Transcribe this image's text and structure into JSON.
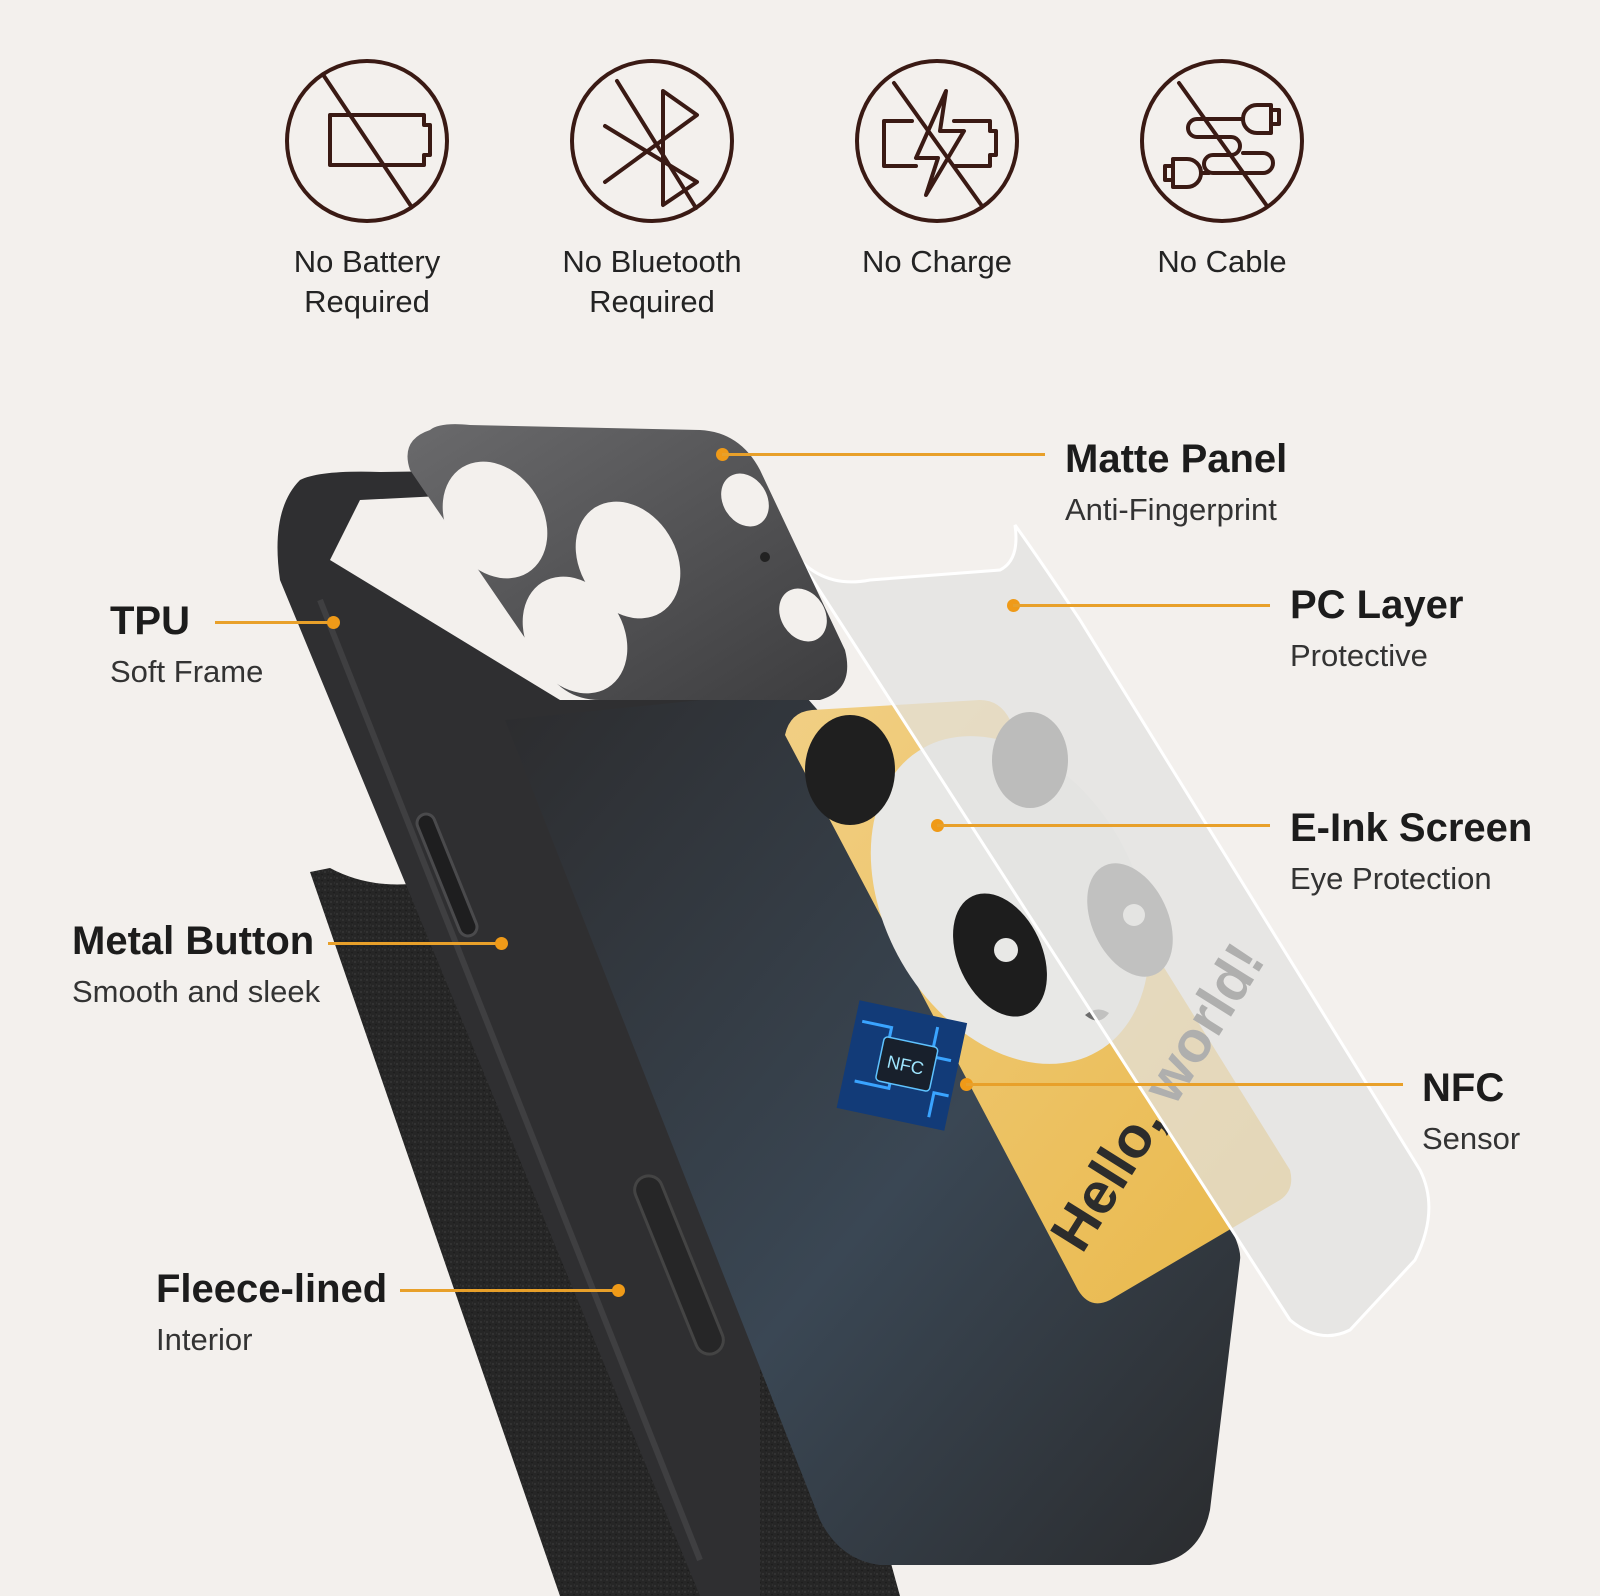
{
  "features": [
    {
      "label": "No Battery\nRequired",
      "icon": "no-battery-icon"
    },
    {
      "label": "No Bluetooth\nRequired",
      "icon": "no-bluetooth-icon"
    },
    {
      "label": "No Charge",
      "icon": "no-charge-icon"
    },
    {
      "label": "No Cable",
      "icon": "no-cable-icon"
    }
  ],
  "callouts": {
    "matte_panel": {
      "title": "Matte Panel",
      "sub": "Anti-Fingerprint"
    },
    "pc_layer": {
      "title": "PC Layer",
      "sub": "Protective"
    },
    "eink_screen": {
      "title": "E-Ink Screen",
      "sub": "Eye Protection"
    },
    "nfc": {
      "title": "NFC",
      "sub": "Sensor"
    },
    "tpu": {
      "title": "TPU",
      "sub": "Soft Frame"
    },
    "metal_button": {
      "title": "Metal Button",
      "sub": "Smooth and sleek"
    },
    "fleece": {
      "title": "Fleece-lined",
      "sub": "Interior"
    }
  },
  "screen": {
    "greeting": "Hello, world!",
    "chip_label": "NFC"
  },
  "colors": {
    "background": "#f3f0ed",
    "icon_stroke": "#3a1a14",
    "accent": "#ef9a18",
    "case_dark": "#2e2f31"
  }
}
